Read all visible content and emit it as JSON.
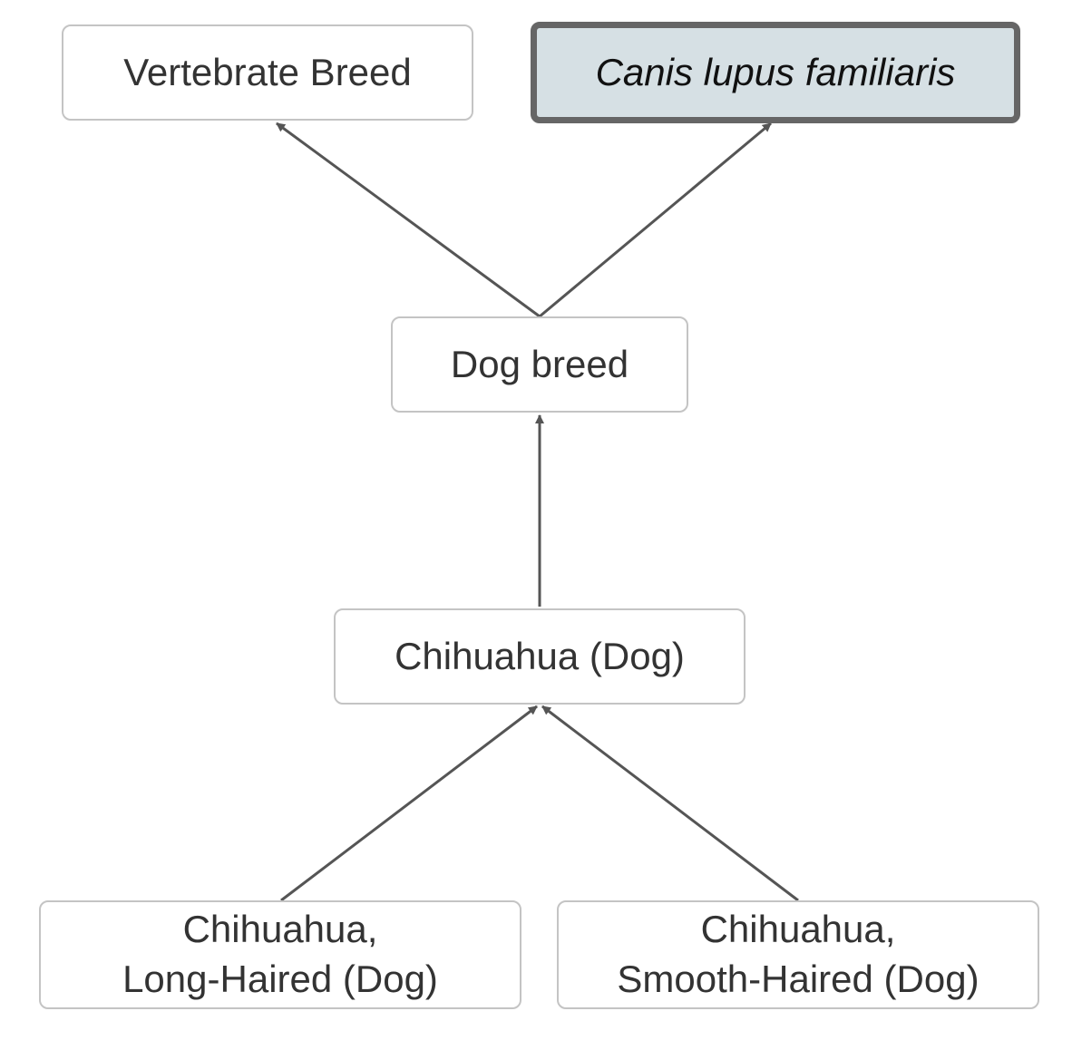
{
  "nodes": {
    "vertebrate": "Vertebrate Breed",
    "canis": "Canis lupus familiaris",
    "dog_breed": "Dog breed",
    "chihuahua": "Chihuahua (Dog)",
    "long_haired_1": "Chihuahua,",
    "long_haired_2": "Long-Haired (Dog)",
    "smooth_haired_1": "Chihuahua,",
    "smooth_haired_2": "Smooth-Haired (Dog)"
  },
  "colors": {
    "edge": "#555555",
    "highlight_fill": "#d6e0e4",
    "highlight_border": "#666666",
    "node_border": "#c4c4c4"
  }
}
